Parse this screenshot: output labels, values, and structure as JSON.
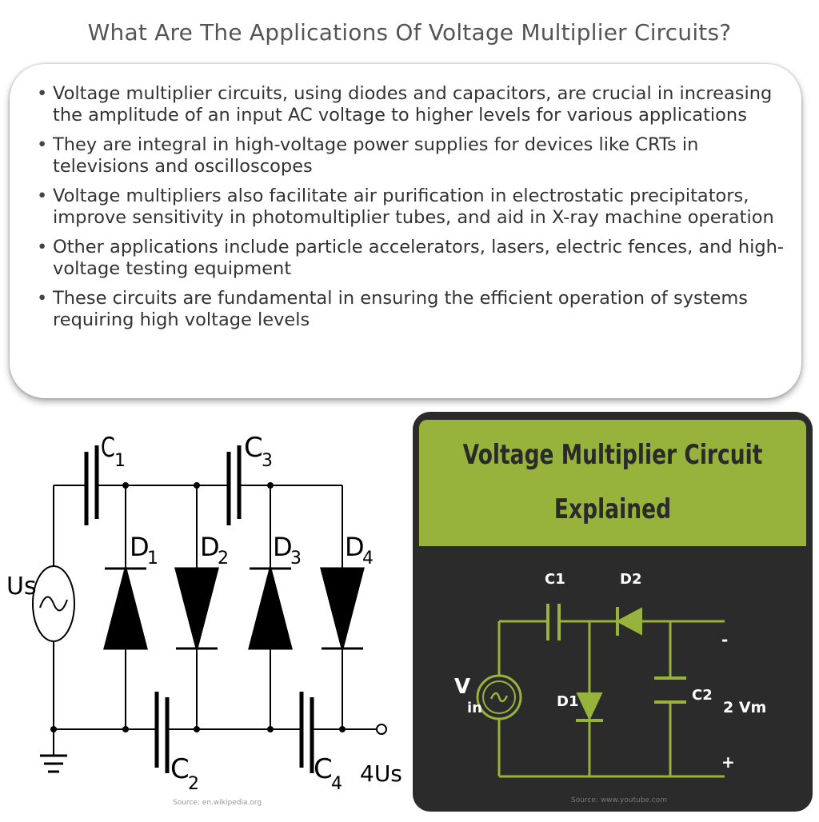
{
  "title": "What Are The Applications Of Voltage Multiplier Circuits?",
  "bullets": [
    "Voltage multiplier circuits, using diodes and capacitors, are crucial in increasing the amplitude of an input AC voltage to higher levels for various applications",
    "They are integral in high-voltage power supplies for devices like CRTs in televisions and oscilloscopes",
    "Voltage multipliers also facilitate air purification in electrostatic precipitators, improve sensitivity in photomultiplier tubes, and aid in X-ray machine operation",
    "Other applications include particle accelerators, lasers, electric fences, and high-voltage testing equipment",
    "These circuits are fundamental in ensuring the efficient operation of systems requiring high voltage levels"
  ],
  "left_diagram": {
    "labels": {
      "c1": "C",
      "c1_sub": "1",
      "c3": "C",
      "c3_sub": "3",
      "c2": "C",
      "c2_sub": "2",
      "c4": "C",
      "c4_sub": "4",
      "d1": "D",
      "d1_sub": "1",
      "d2": "D",
      "d2_sub": "2",
      "d3": "D",
      "d3_sub": "3",
      "d4": "D",
      "d4_sub": "4",
      "source": "Us",
      "output": "4Us"
    },
    "credit": "Source: en.wikipedia.org"
  },
  "right_diagram": {
    "title_line1": "Voltage Multiplier Circuit",
    "title_line2": "Explained",
    "labels": {
      "c1": "C1",
      "c2": "C2",
      "d1": "D1",
      "d2": "D2",
      "vin": "V",
      "vin_sub": "in",
      "minus": "-",
      "plus": "+",
      "output": "2 Vm"
    },
    "colors": {
      "banner": "#98b33b",
      "wire": "#98b33b",
      "background": "#2b2b2b"
    },
    "credit": "Source: www.youtube.com"
  }
}
